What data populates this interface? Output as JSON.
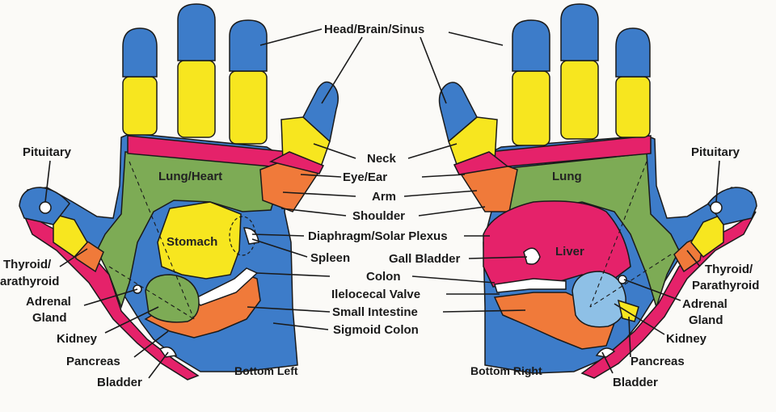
{
  "colors": {
    "blue": "#3d7cc9",
    "yellow": "#f7e61f",
    "magenta": "#e5226a",
    "orange": "#f07a3a",
    "green": "#7dab55",
    "light_blue": "#8ec0e6",
    "white": "#ffffff"
  },
  "labels": {
    "head_brain_sinus": "Head/Brain/Sinus",
    "neck": "Neck",
    "eye_ear": "Eye/Ear",
    "arm": "Arm",
    "shoulder": "Shoulder",
    "diaphragm": "Diaphragm/Solar Plexus",
    "spleen": "Spleen",
    "gall_bladder": "Gall Bladder",
    "colon": "Colon",
    "ileocecal_valve": "Ilelocecal Valve",
    "small_intestine": "Small Intestine",
    "sigmoid_colon": "Sigmoid Colon",
    "pituitary_left": "Pituitary",
    "pituitary_right": "Pituitary",
    "thyroid_left_1": "Thyroid/",
    "thyroid_left_2": "arathyroid",
    "thyroid_right_1": "Thyroid/",
    "thyroid_right_2": "Parathyroid",
    "adrenal_left_1": "Adrenal",
    "adrenal_left_2": "Gland",
    "adrenal_right_1": "Adrenal",
    "adrenal_right_2": "Gland",
    "kidney_left": "Kidney",
    "kidney_right": "Kidney",
    "pancreas_left": "Pancreas",
    "pancreas_right": "Pancreas",
    "bladder_left": "Bladder",
    "bladder_right": "Bladder",
    "bottom_left": "Bottom Left",
    "bottom_right": "Bottom Right",
    "lung_heart": "Lung/Heart",
    "lung": "Lung",
    "stomach": "Stomach",
    "liver": "Liver"
  }
}
